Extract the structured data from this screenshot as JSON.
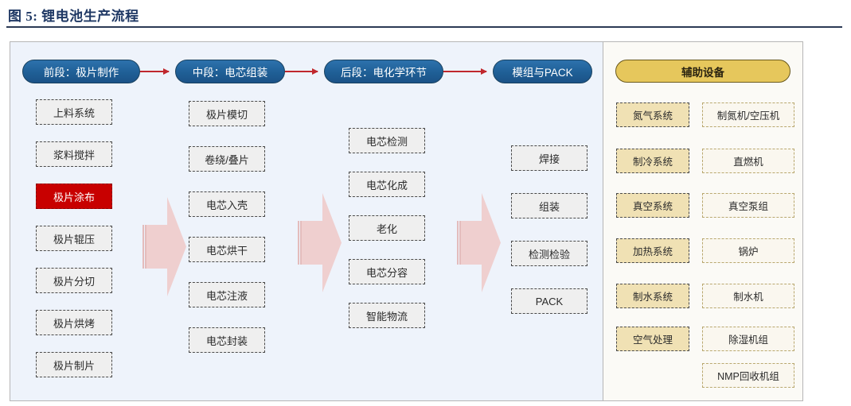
{
  "figure": {
    "title": "图 5: 锂电池生产流程"
  },
  "flow": {
    "stages": [
      {
        "label": "前段：极片制作"
      },
      {
        "label": "中段：电芯组装"
      },
      {
        "label": "后段：电化学环节"
      },
      {
        "label": "模组与PACK"
      }
    ],
    "connector_color": "#c0272d",
    "stage_color": "#1f5f96",
    "columns": [
      {
        "stage": "前段：极片制作",
        "steps": [
          {
            "label": "上料系统",
            "highlight": false
          },
          {
            "label": "浆料搅拌",
            "highlight": false
          },
          {
            "label": "极片涂布",
            "highlight": true
          },
          {
            "label": "极片辊压",
            "highlight": false
          },
          {
            "label": "极片分切",
            "highlight": false
          },
          {
            "label": "极片烘烤",
            "highlight": false
          },
          {
            "label": "极片制片",
            "highlight": false
          }
        ]
      },
      {
        "stage": "中段：电芯组装",
        "steps": [
          {
            "label": "极片模切",
            "highlight": false
          },
          {
            "label": "卷绕/叠片",
            "highlight": false
          },
          {
            "label": "电芯入壳",
            "highlight": false
          },
          {
            "label": "电芯烘干",
            "highlight": false
          },
          {
            "label": "电芯注液",
            "highlight": false
          },
          {
            "label": "电芯封装",
            "highlight": false
          }
        ]
      },
      {
        "stage": "后段：电化学环节",
        "steps": [
          {
            "label": "电芯检测",
            "highlight": false
          },
          {
            "label": "电芯化成",
            "highlight": false
          },
          {
            "label": "老化",
            "highlight": false
          },
          {
            "label": "电芯分容",
            "highlight": false
          },
          {
            "label": "智能物流",
            "highlight": false
          }
        ]
      },
      {
        "stage": "模组与PACK",
        "steps": [
          {
            "label": "焊接",
            "highlight": false
          },
          {
            "label": "组装",
            "highlight": false
          },
          {
            "label": "检测检验",
            "highlight": false
          },
          {
            "label": "PACK",
            "highlight": false
          }
        ]
      }
    ],
    "highlight_color": "#c80000"
  },
  "auxiliary": {
    "header": "辅助设备",
    "header_color": "#e6c75c",
    "systems": [
      {
        "system": "氮气系统",
        "equipment": [
          "制氮机/空压机"
        ]
      },
      {
        "system": "制冷系统",
        "equipment": [
          "直燃机"
        ]
      },
      {
        "system": "真空系统",
        "equipment": [
          "真空泵组"
        ]
      },
      {
        "system": "加热系统",
        "equipment": [
          "锅炉"
        ]
      },
      {
        "system": "制水系统",
        "equipment": [
          "制水机"
        ]
      },
      {
        "system": "空气处理",
        "equipment": [
          "除湿机组",
          "NMP回收机组"
        ]
      }
    ]
  }
}
